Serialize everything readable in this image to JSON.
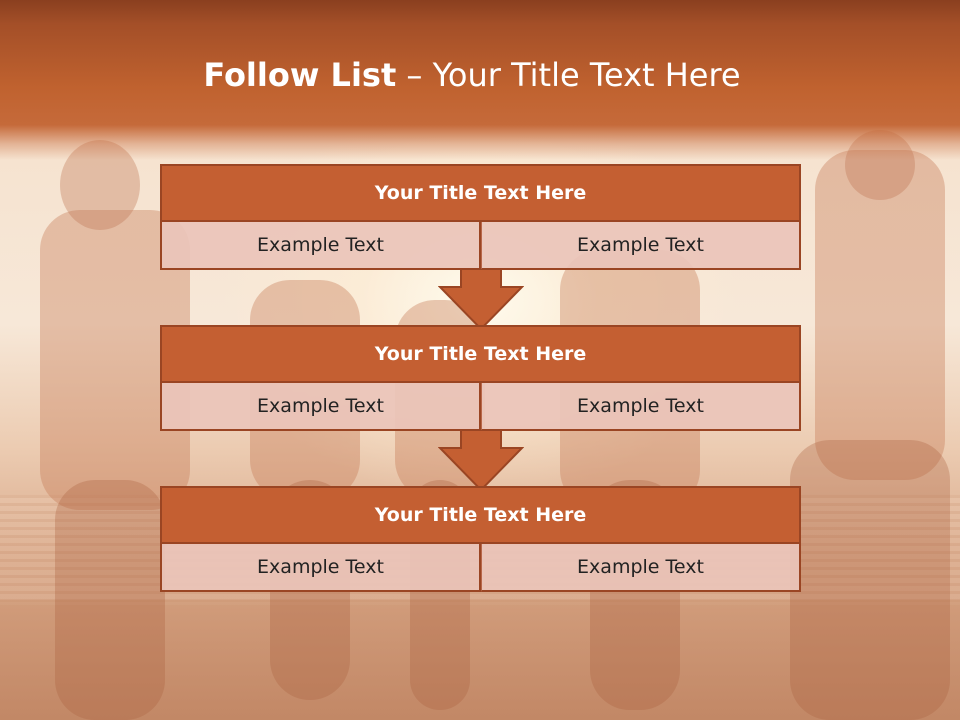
{
  "slide": {
    "title_bold": "Follow List",
    "title_rest": " – Your Title Text Here"
  },
  "blocks": [
    {
      "title": "Your Title Text Here",
      "cells": [
        "Example Text",
        "Example Text"
      ]
    },
    {
      "title": "Your Title Text Here",
      "cells": [
        "Example Text",
        "Example Text"
      ]
    },
    {
      "title": "Your Title Text Here",
      "cells": [
        "Example Text",
        "Example Text"
      ]
    }
  ],
  "colors": {
    "header": "#c0622f",
    "block_title": "#c45f32",
    "block_border": "#9a4523",
    "cell_fill": "#eac4ba",
    "arrow": "#c45f32"
  }
}
